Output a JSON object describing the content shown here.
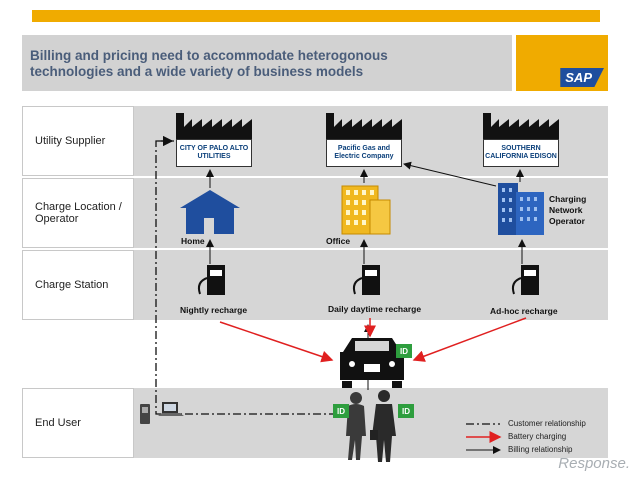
{
  "header": {
    "title_line1": "Billing and pricing need to accommodate heterogonous",
    "title_line2": "technologies and a wide variety of business models",
    "logo_text": "SAP"
  },
  "rows": [
    {
      "label": "Utility Supplier"
    },
    {
      "label": "Charge Location / Operator"
    },
    {
      "label": "Charge Station"
    },
    {
      "label": "End User"
    }
  ],
  "utilities": [
    {
      "name": "CITY OF PALO ALTO UTILITIES"
    },
    {
      "name": "Pacific Gas and Electric Company"
    },
    {
      "name": "SOUTHERN CALIFORNIA EDISON"
    }
  ],
  "locations": {
    "home": "Home",
    "office": "Office",
    "network_operator": "Charging Network Operator"
  },
  "stations": {
    "nightly": "Nightly recharge",
    "daily": "Daily daytime recharge",
    "adhoc": "Ad-hoc recharge"
  },
  "id_badges": [
    "ID",
    "ID",
    "ID"
  ],
  "legend": {
    "customer": "Customer relationship",
    "battery": "Battery charging",
    "billing": "Billing relationship"
  },
  "colors": {
    "accent": "#f0ab00",
    "battery_charging": "#e02020",
    "id_badge": "#2e9e3e",
    "building_blue": "#1f4e9e",
    "office_yellow": "#f0b820"
  },
  "watermark": "Response."
}
